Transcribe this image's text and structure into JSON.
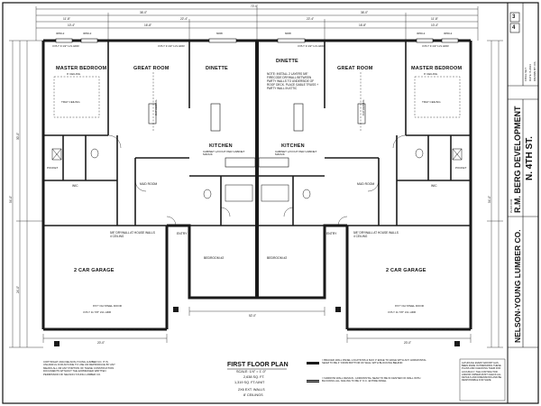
{
  "top_dims": {
    "overall": "72'-0\"",
    "left_half": "36'-0\"",
    "right_half": "36'-0\"",
    "row2": [
      "11'-8\"",
      "22'-4\"",
      "22'-4\"",
      "11'-8\""
    ],
    "row3": [
      "10'-4\"",
      "16'-8\"",
      "16'-8\"",
      "10'-4\""
    ]
  },
  "side_dims": {
    "overall_left": "54'-0\"",
    "overall_right": "54'-0\"",
    "upper_left": "30'-0\"",
    "lower_left": "24'-0\""
  },
  "windows": {
    "w1": "3050-2",
    "w2": "3050-2",
    "w3": "6068",
    "w4": "6068",
    "w5": "3050-2",
    "w6": "3050-2"
  },
  "headers": {
    "h_left": "3 PLY 9 1/2\" LVL HDR",
    "h_mid_l": "3 PLY 9 1/2\" LVL HDR",
    "h_mid_r": "3 PLY 9 1/2\" LVL HDR",
    "h_right": "3 PLY 9 1/2\" LVL HDR",
    "garage_l": "3 PLY 11 7/8\" LVL HDR",
    "garage_r": "3 PLY 11 7/8\" LVL HDR"
  },
  "rooms": {
    "master_left": "MASTER BEDROOM",
    "master_left_ceiling": "9' CEILING",
    "great_left": "GREAT ROOM",
    "dinette_left": "DINETTE",
    "dinette_right": "DINETTE",
    "great_right": "GREAT ROOM",
    "master_right": "MASTER BEDROOM",
    "master_right_ceiling": "9' CEILING",
    "kitchen_left": "KITCHEN",
    "kitchen_right": "KITCHEN",
    "kitchen_note": "CABINET LAYOUT PER CABINET MANUF.",
    "bedroom2_left": "BEDROOM #2",
    "bedroom2_right": "BEDROOM #2",
    "garage_left": "2 CAR GARAGE",
    "garage_right": "2 CAR GARAGE",
    "wic_left": "WIC",
    "wic_right": "WIC",
    "mud_left": "MUD ROOM",
    "mud_right": "MUD ROOM",
    "entry_left": "ENTRY",
    "entry_right": "ENTRY",
    "pocket": "POCKET",
    "tray_ceiling": "TRAY CEILING",
    "cathedral": "CATHEDRAL"
  },
  "notes": {
    "party_wall": "NOTE: INSTALL 2 LAYERS 5/8\" FIRECODE DRYWALL BETWEEN PARTY WALLS TO UNDERSIDE OF ROOF DECK. PLACE GABLE TRUSS + PARTY WALL IN ATTIC",
    "drywall": "5/8\" DRYWALL AT HOUSE WALLS 4 CEILING",
    "steel_door_l": "9'X7' OH STEEL DOOR",
    "steel_door_r": "9'X7' OH STEEL DOOR",
    "copyright": "COPYRIGHT 2024 NELSON-YOUNG LUMBER CO. IT IS UNLAWFUL FOR ANYONE TO USE OR REPRODUCE BY ANY MEANS ALL OR ANY PORTION OF THESE CONSTRUCTION DOCUMENTS WITHOUT THE EXPRESSED WRITTEN PERMISSION OF NELSON-YOUNG LUMBER CO.",
    "legend_1": "= BRACED WALL PANEL LOCATIONS & MAX 3' EDGE TO EDGE WITH ANY HORIZONTAL SEAM TO BE 4\" FROM BOTTOM OF WALL WITH BLOCKING BEHIND",
    "legend_2": "= NARROW WALL DESIGN - HORIZONTAL SEAM TO BE IN CENTER OF WALL WITH BLOCKING ALL NAILING TO BE 3\" O.C. ENTIRE PANEL",
    "disclaimer": "ALTHOUGH EVERY EFFORT HAS BEEN MADE IN PREPARING THESE PLANS AND CHECKING THEM FOR ACCURACY, THE CONTRACTOR AND/OR OWNER MUST CHECK ALL DETAILS AND DIMENSIONS AND BE RESPONSIBLE FOR SAME"
  },
  "plan_title": {
    "title": "FIRST FLOOR PLAN",
    "scale": "SCALE: 1/4\" = 1'-0\"",
    "area": "2,638 SQ. FT.",
    "unit_area": "1,319 SQ. FT./UNIT",
    "walls": "2X6 EXT. WALLS",
    "ceilings": "8' CEILINGS"
  },
  "title_block": {
    "company": "NELSON-YOUNG LUMBER CO.",
    "client": "R.M. BERG DEVELOPMENT",
    "project": "N. 4TH ST.",
    "plan_label": "PLAN FOR:",
    "sheet": "3",
    "sheet_total": "4",
    "set": "FINAL SET",
    "date": "DATE: 8-2024",
    "drawn": "DRAWN BY: KS",
    "bottom_dims_l": "20'-0\"",
    "bottom_dims_r": "20'-0\"",
    "center_bottom": "52'-0\""
  },
  "colors": {
    "ink": "#111111",
    "paper": "#ffffff",
    "wall_fill": "#1a1a1a"
  }
}
